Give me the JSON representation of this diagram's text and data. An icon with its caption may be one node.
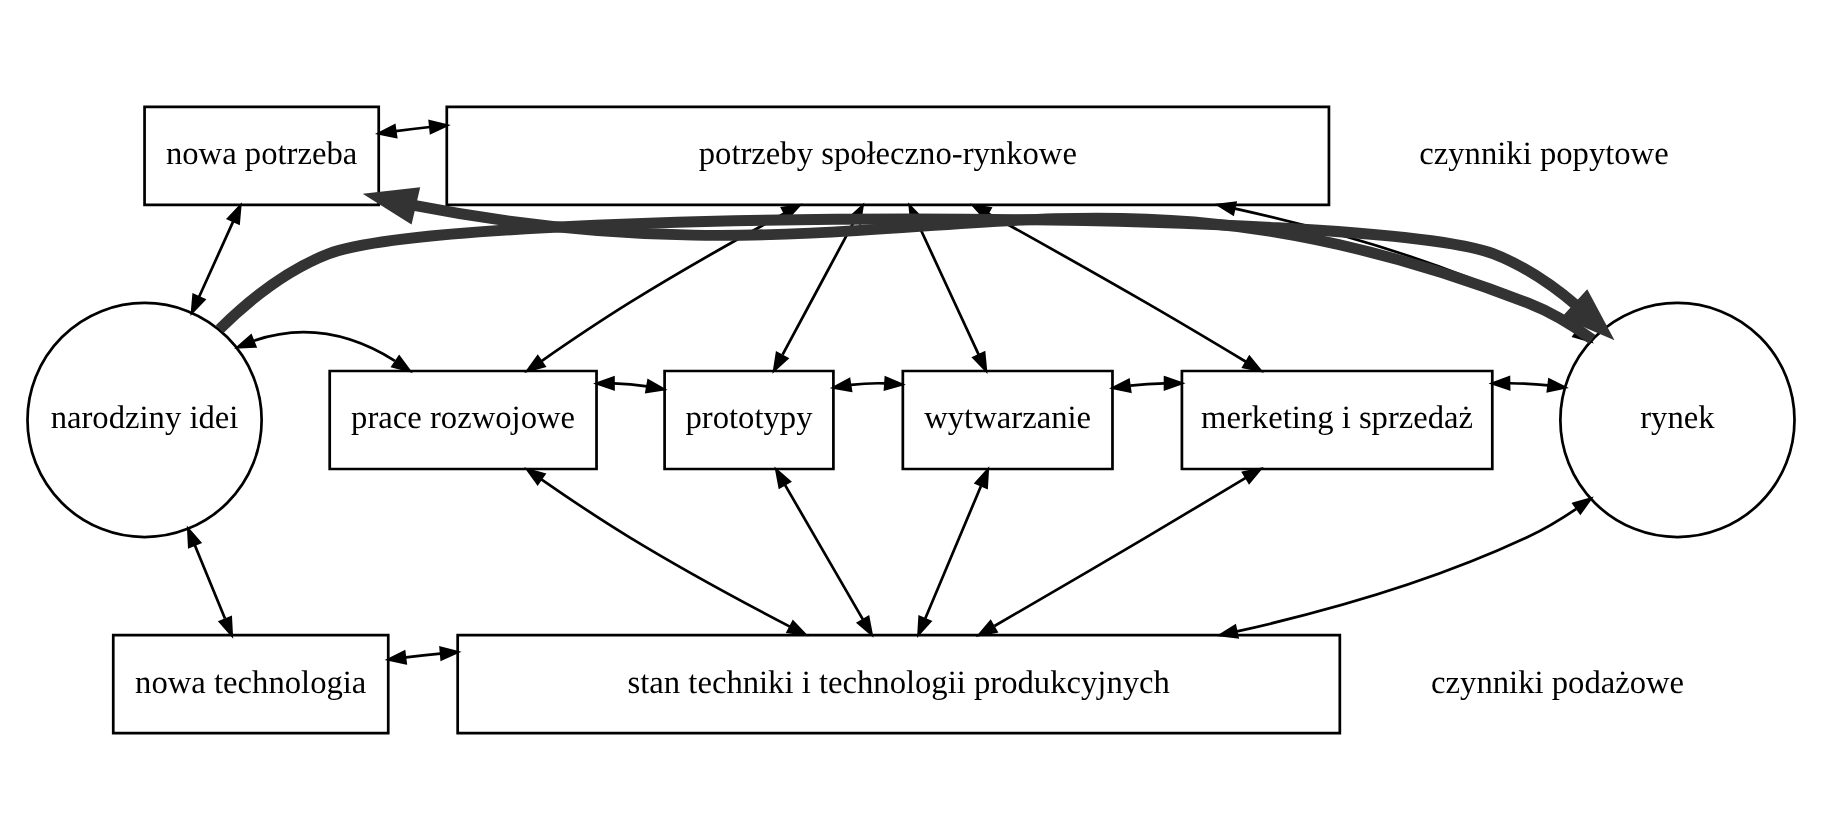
{
  "diagram": {
    "nodes": [
      {
        "text": [
          "nowa potrzeba"
        ]
      },
      {
        "text": [
          "potrzeby społeczno-rynkowe"
        ]
      },
      {
        "text": [
          "narodziny idei"
        ]
      },
      {
        "text": [
          "prace rozwojowe"
        ]
      },
      {
        "text": [
          "prototypy"
        ]
      },
      {
        "text": [
          "wytwarzanie"
        ]
      },
      {
        "text": [
          "merketing i sprzedaż"
        ]
      },
      {
        "text": [
          "rynek"
        ]
      },
      {
        "text": [
          "nowa technologia"
        ]
      },
      {
        "text": [
          "stan techniki i technologii produkcyjnych"
        ]
      }
    ],
    "edges": [
      {
        "from": 0,
        "to": 1,
        "arrow": "both"
      },
      {
        "from": 2,
        "to": 0,
        "arrow": "both"
      },
      {
        "from": 1,
        "to": 3,
        "arrow": "both"
      },
      {
        "from": 1,
        "to": 4,
        "arrow": "both"
      },
      {
        "from": 1,
        "to": 5,
        "arrow": "both"
      },
      {
        "from": 1,
        "to": 6,
        "arrow": "both"
      },
      {
        "from": 1,
        "to": 7,
        "arrow": "both"
      },
      {
        "from": 2,
        "to": 3,
        "arrow": "both"
      },
      {
        "from": 3,
        "to": 4,
        "arrow": "both"
      },
      {
        "from": 4,
        "to": 5,
        "arrow": "both"
      },
      {
        "from": 5,
        "to": 6,
        "arrow": "both"
      },
      {
        "from": 6,
        "to": 7,
        "arrow": "both"
      },
      {
        "from": 3,
        "to": 9,
        "arrow": "both"
      },
      {
        "from": 4,
        "to": 9,
        "arrow": "both"
      },
      {
        "from": 5,
        "to": 9,
        "arrow": "both"
      },
      {
        "from": 6,
        "to": 9,
        "arrow": "both"
      },
      {
        "from": 2,
        "to": 8,
        "arrow": "both"
      },
      {
        "from": 8,
        "to": 9,
        "arrow": "both"
      },
      {
        "from": 9,
        "to": 7,
        "arrow": "both"
      },
      {
        "from": 7,
        "to": 0,
        "arrow": "to",
        "style": "thick"
      },
      {
        "from": 2,
        "to": 7,
        "arrow": "to",
        "style": "thick"
      }
    ],
    "labels": [
      "czynniki popytowe",
      "czynniki podażowe"
    ]
  }
}
